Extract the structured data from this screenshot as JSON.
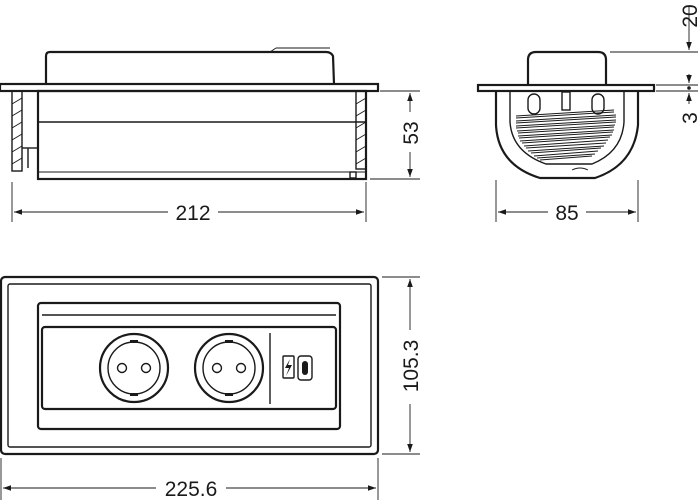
{
  "front_view": {
    "width_label": "212",
    "height_label": "53"
  },
  "side_view": {
    "width_label": "85",
    "top_label": "20",
    "flange_label": "3"
  },
  "top_view": {
    "width_label": "225.6",
    "height_label": "105.3"
  },
  "colors": {
    "line": "#1a1a1a",
    "fill_light": "#f2f2f2",
    "fill_mid": "#e4e4e4",
    "background": "#ffffff"
  },
  "icons": [
    "schuko-socket-icon",
    "schuko-socket-icon",
    "usb-charge-icon",
    "usb-c-port-icon"
  ]
}
